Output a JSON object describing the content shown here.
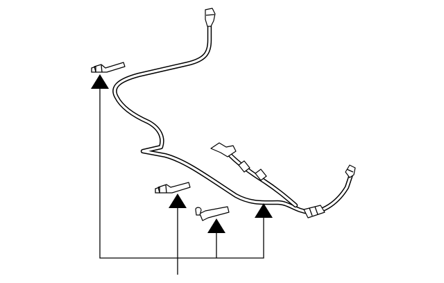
{
  "diagram": {
    "colors": {
      "background": "#ffffff",
      "line": "#000000",
      "arrow": "#000000"
    },
    "parts": [
      {
        "id": "main-cable",
        "icon": "parking-brake-cable"
      },
      {
        "id": "side-cable",
        "icon": "brake-cable-branch"
      },
      {
        "id": "clip-1",
        "icon": "cable-clip"
      },
      {
        "id": "clip-2",
        "icon": "cable-clip"
      },
      {
        "id": "clip-3",
        "icon": "cable-clip"
      }
    ],
    "callouts": [
      {
        "target": "clip-1",
        "icon": "callout-arrow"
      },
      {
        "target": "clip-2",
        "icon": "callout-arrow"
      },
      {
        "target": "clip-3",
        "icon": "callout-arrow"
      },
      {
        "target": "main-cable",
        "icon": "callout-arrow"
      }
    ]
  }
}
